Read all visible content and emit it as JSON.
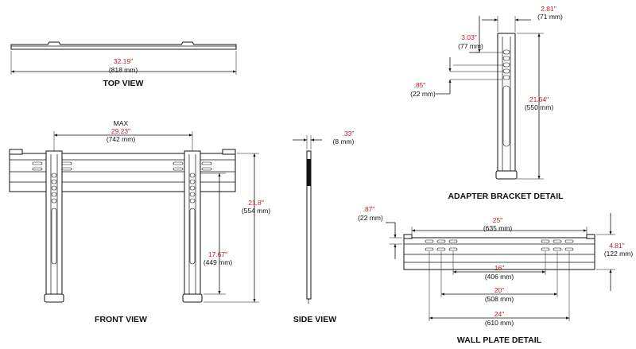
{
  "views": {
    "top_title": "TOP VIEW",
    "front_title": "FRONT VIEW",
    "side_title": "SIDE VIEW",
    "adapter_title": "ADAPTER BRACKET DETAIL",
    "wallplate_title": "WALL PLATE DETAIL"
  },
  "dimensions": {
    "top_width": {
      "imperial": "32.19\"",
      "metric": "(818 mm)"
    },
    "front_max_label": "MAX",
    "front_max": {
      "imperial": "29.23\"",
      "metric": "(742 mm)"
    },
    "front_height": {
      "imperial": "21.8\"",
      "metric": "(554 mm)"
    },
    "front_arm_height": {
      "imperial": "17.67\"",
      "metric": "(449 mm)"
    },
    "side_depth": {
      "imperial": ".33\"",
      "metric": "(8 mm)"
    },
    "adapter_width": {
      "imperial": "2.81\"",
      "metric": "(71 mm)"
    },
    "adapter_slot_spacing": {
      "imperial": "3.03\"",
      "metric": "(77 mm)"
    },
    "adapter_offset": {
      "imperial": ".85\"",
      "metric": "(22 mm)"
    },
    "adapter_height": {
      "imperial": "21.64\"",
      "metric": "(550 mm)"
    },
    "wall_top_offset": {
      "imperial": ".87\"",
      "metric": "(22 mm)"
    },
    "wall_hole_span": {
      "imperial": "25\"",
      "metric": "(635 mm)"
    },
    "wall_height": {
      "imperial": "4.81\"",
      "metric": "(122 mm)"
    },
    "wall_16": {
      "imperial": "16\"",
      "metric": "(406 mm)"
    },
    "wall_20": {
      "imperial": "20\"",
      "metric": "(508 mm)"
    },
    "wall_24": {
      "imperial": "24\"",
      "metric": "(610 mm)"
    }
  },
  "colors": {
    "imperial": "#c0202a",
    "metric": "#111111",
    "line": "#111111"
  }
}
